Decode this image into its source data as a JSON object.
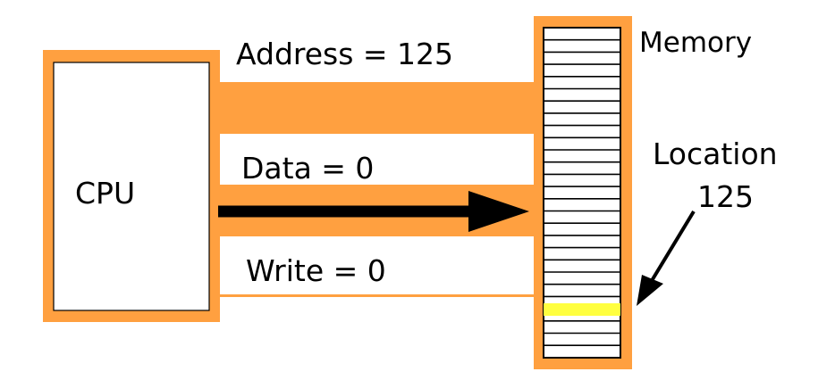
{
  "colors": {
    "bus": "#FFA040",
    "memory_frame": "#FFA040",
    "highlight": "#FFFF40",
    "arrow": "#000000",
    "background": "#ffffff"
  },
  "cpu": {
    "label": "CPU"
  },
  "buses": {
    "address_label": "Address = 125",
    "data_label": "Data = 0",
    "write_label": "Write = 0"
  },
  "memory": {
    "label": "Memory",
    "location_label": "Location",
    "location_number": "125"
  }
}
